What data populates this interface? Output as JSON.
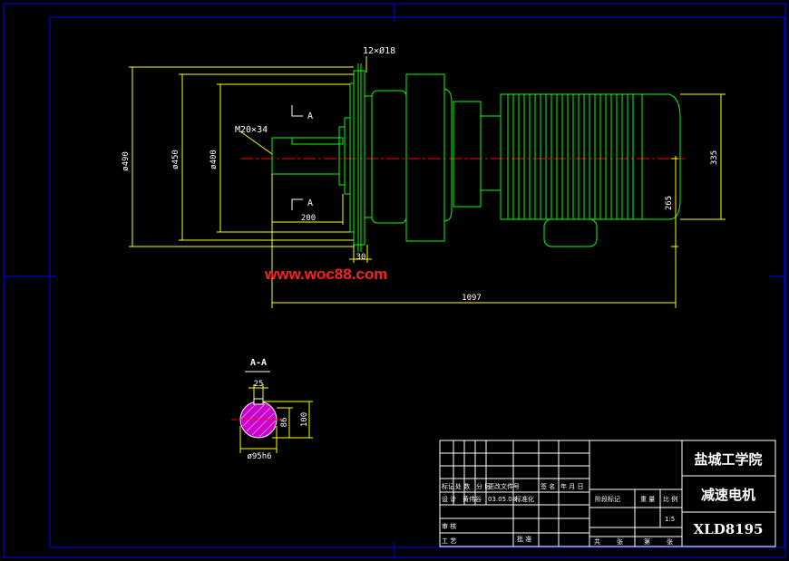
{
  "watermark": "www.woc88.com",
  "callouts": {
    "flange_holes": "12×Ø18",
    "thread": "M20×34",
    "section_mark": "A",
    "section_title": "A-A"
  },
  "dimensions": {
    "d490": "ø490",
    "d450": "ø450",
    "d400": "ø400",
    "len200": "200",
    "len30": "30",
    "len1097": "1097",
    "h335": "335",
    "h265": "265",
    "key25": "25",
    "h86": "86",
    "h100": "100",
    "d95": "ø95h6"
  },
  "title_block": {
    "school": "盐城工学院",
    "drawing_name": "减速电机",
    "drawing_no": "XLD8195",
    "scale": "1:5",
    "header_cells": [
      "标记",
      "处 数",
      "分 区",
      "更改文件号",
      "签 名",
      "年 月 日"
    ],
    "design_row": [
      "设 计",
      "黄伟谷",
      "03.05.08",
      "标准化"
    ],
    "stage_label": "阶段标记",
    "weight_label": "重 量",
    "scale_label": "比 例",
    "review_label": "审 核",
    "process_label": "工 艺",
    "approve_label": "批 准",
    "sheet_total": "共",
    "sheet_unit": "张",
    "sheet_no": "第",
    "sheet_unit2": "张"
  },
  "colors": {
    "background": "#000000",
    "border": "#0000ff",
    "motor": "#00ff00",
    "dimension": "#ffff00",
    "outline": "#ffffff",
    "centerline": "#ff0000",
    "section_fill": "#cc00cc"
  }
}
